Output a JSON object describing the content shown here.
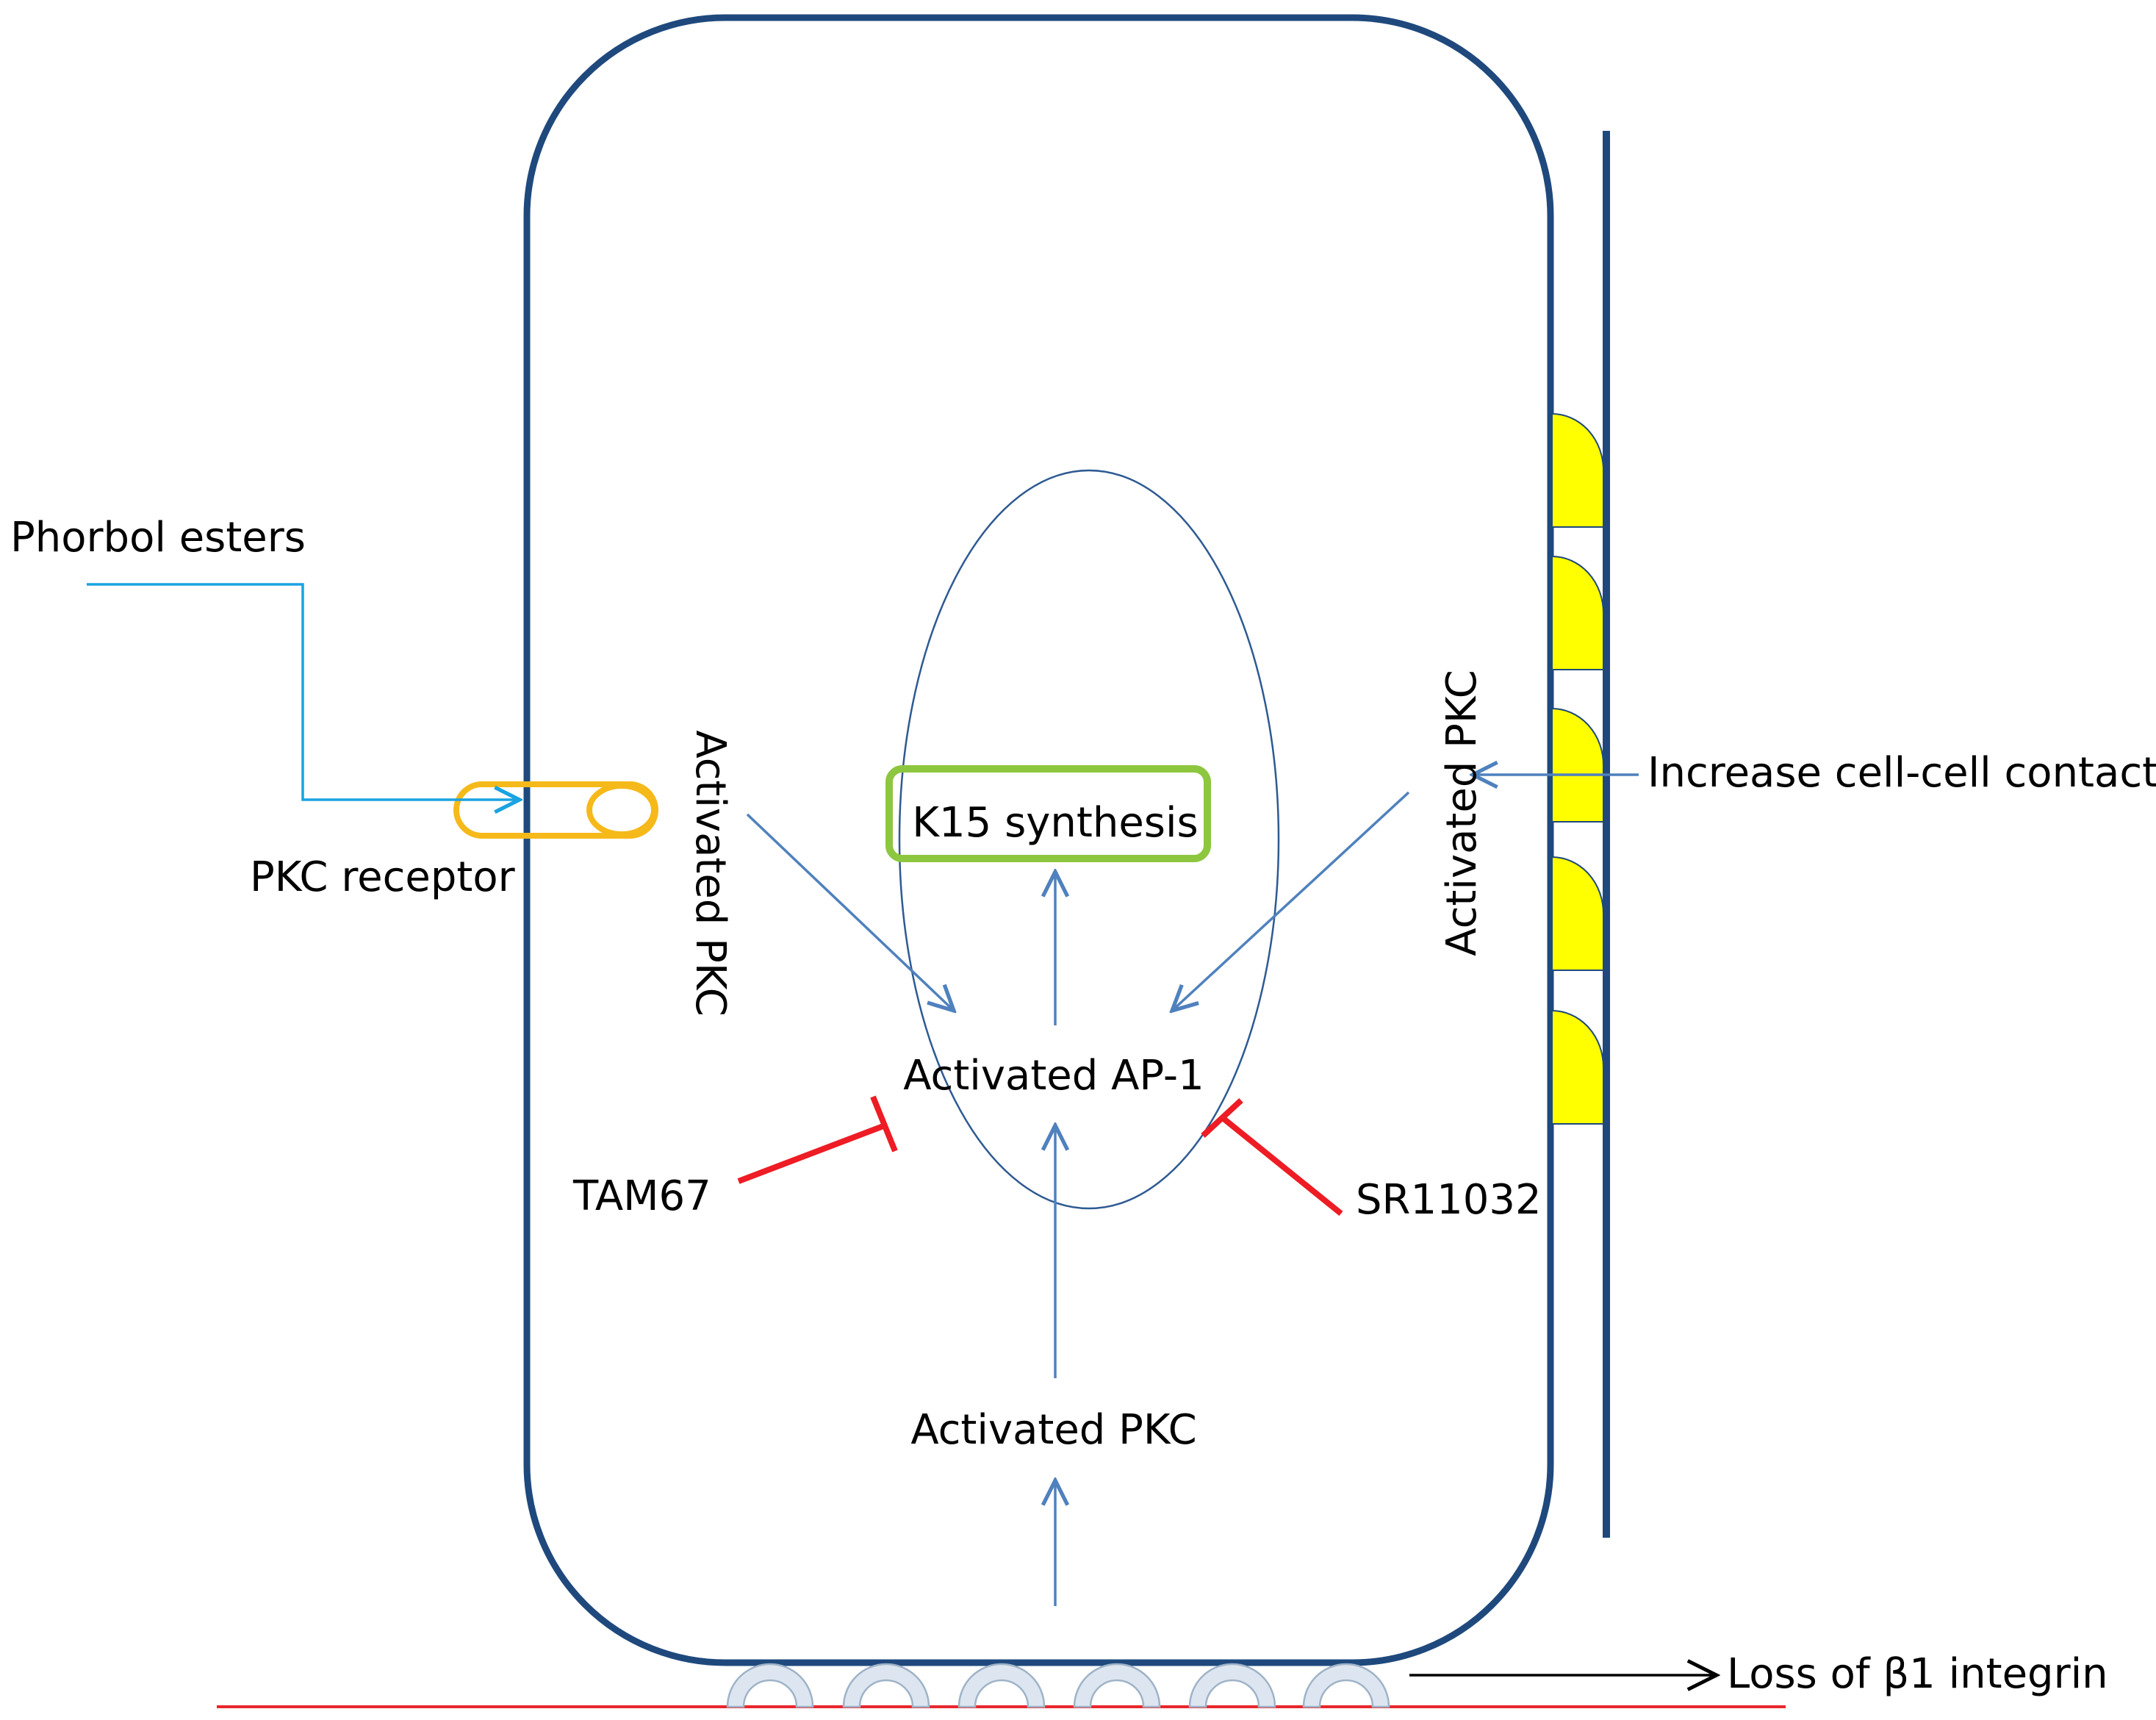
{
  "labels": {
    "phorbol_esters": "Phorbol esters",
    "pkc_receptor": "PKC receptor",
    "activated_pkc_left": "Activated PKC",
    "activated_pkc_right": "Activated PKC",
    "activated_pkc_bottom": "Activated PKC",
    "k15_synthesis": "K15 synthesis",
    "activated_ap1": "Activated AP-1",
    "tam67": "TAM67",
    "sr11032": "SR11032",
    "increase_contact": "Increase cell-cell contact",
    "loss_integrin": "Loss of β1 integrin"
  },
  "colors": {
    "cell_membrane": "#1f497d",
    "nucleus": "#2e5a92",
    "activation_arrow": "#4f81bd",
    "phorbol_arrow": "#1aa3e0",
    "receptor": "#f6b91a",
    "k15_box": "#8dc63f",
    "inhibitor": "#ee1c24",
    "junction": "#ffff00",
    "integrin": "#dde6f0",
    "substrate": "#e8262b",
    "text": "#000000"
  }
}
